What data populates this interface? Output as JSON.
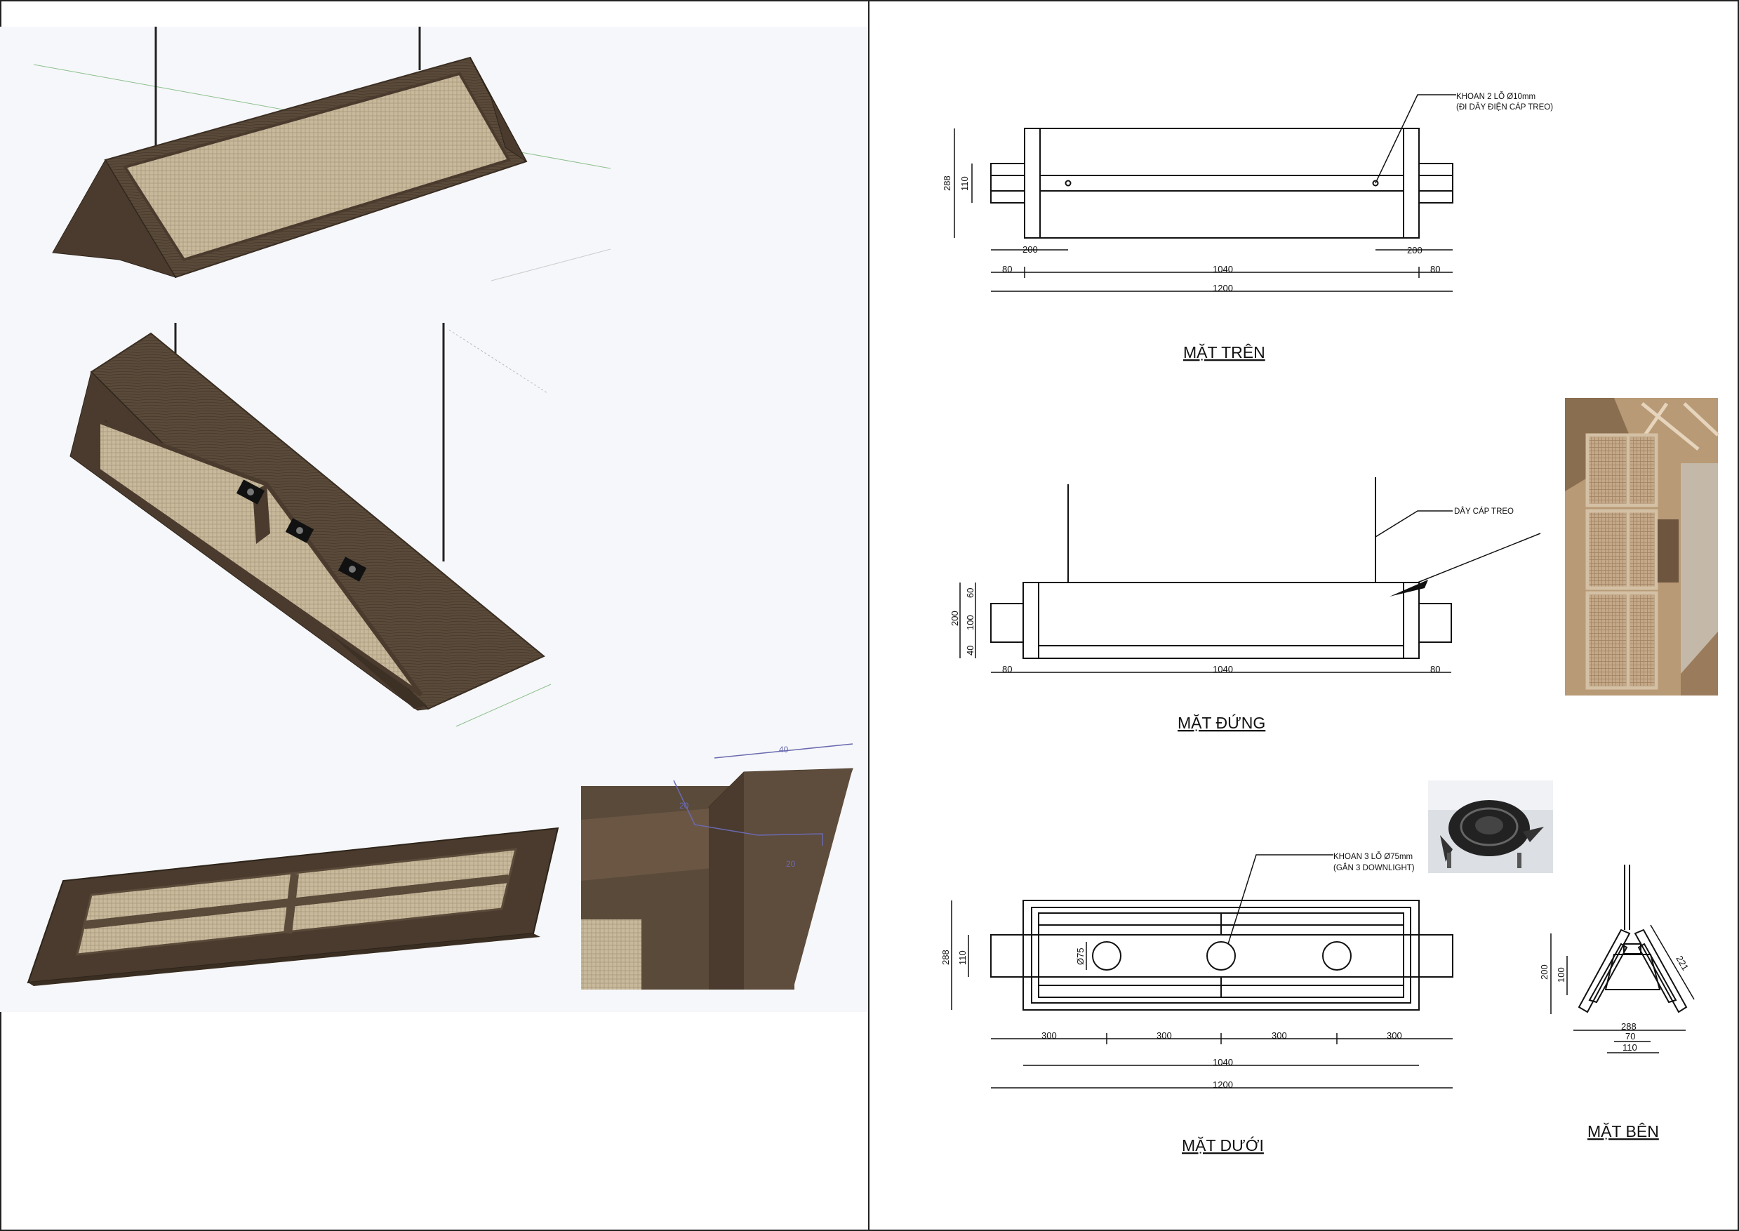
{
  "views": {
    "top": {
      "title": "MẶT TRÊN",
      "note_line1": "KHOAN 2 LỖ Ø10mm",
      "note_line2": "(ĐI DÂY ĐIỆN CÁP TREO)",
      "dims": {
        "height_total": "288",
        "height_inner": "110",
        "end_left": "200",
        "end_right": "200",
        "overhang_left": "80",
        "body": "1040",
        "overhang_right": "80",
        "total": "1200"
      }
    },
    "front": {
      "title": "MẶT ĐỨNG",
      "note": "DÂY CÁP TREO",
      "dims": {
        "height_total": "200",
        "top": "60",
        "mid": "100",
        "bottom": "40",
        "overhang_left": "80",
        "body": "1040",
        "overhang_right": "80"
      }
    },
    "bottom": {
      "title": "MẶT DƯỚI",
      "note_line1": "KHOAN 3 LỖ Ø75mm",
      "note_line2": "(GẮN 3 DOWNLIGHT)",
      "dims": {
        "height_total": "288",
        "height_inner": "110",
        "hole": "Ø75",
        "seg1": "300",
        "seg2": "300",
        "seg3": "300",
        "seg4": "300",
        "body": "1040",
        "total": "1200"
      }
    },
    "side": {
      "title": "MẶT BÊN",
      "dims": {
        "height": "200",
        "inner_height": "100",
        "slope": "221",
        "w70": "70",
        "w110": "110",
        "w288": "288"
      }
    }
  },
  "model_dims": {
    "width": "40",
    "depth": "20",
    "height": "20"
  },
  "colors": {
    "wood_dark": "#4a3b2e",
    "wood_mid": "#6b5644",
    "rattan": "#c8b89a",
    "line": "#111111",
    "panel_bg": "#f6f7fa"
  }
}
